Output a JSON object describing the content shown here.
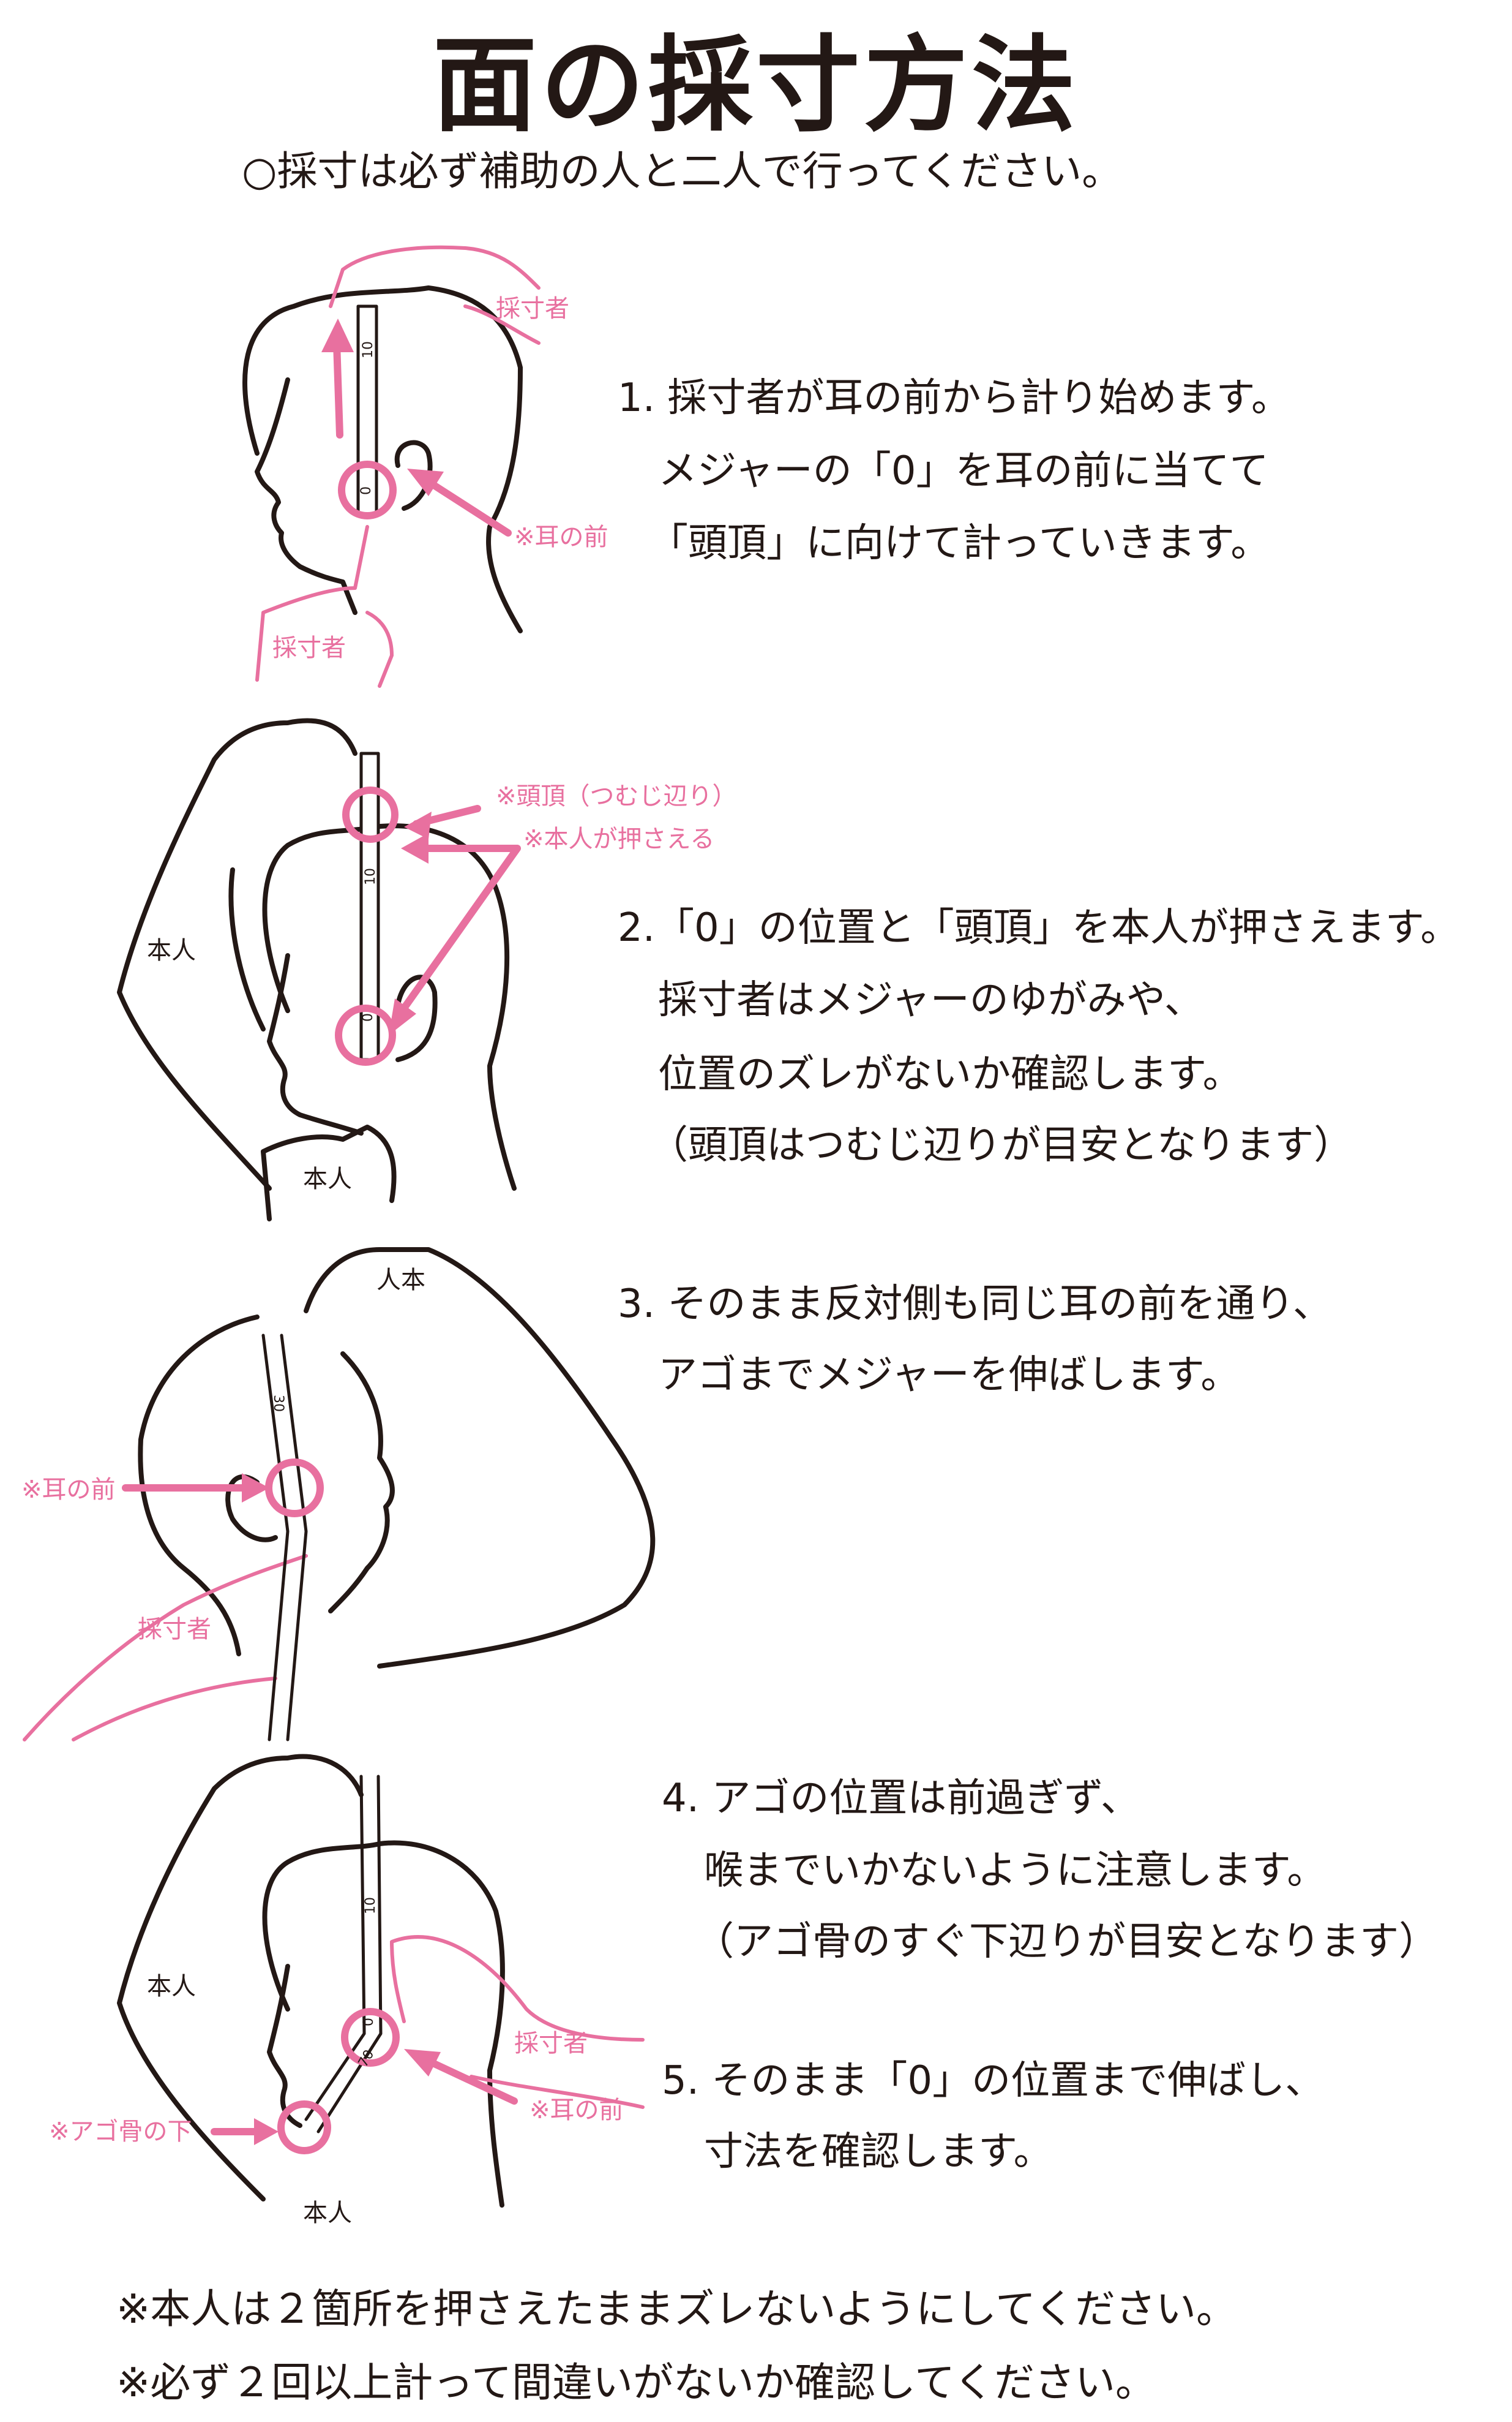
{
  "title": "面の採寸方法",
  "subtitle": "○採寸は必ず補助の人と二人で行ってください。",
  "steps": [
    {
      "lines": [
        "1. 採寸者が耳の前から計り始めます。",
        "メジャーの「0」を耳の前に当てて",
        "「頭頂」に向けて計っていきます。"
      ]
    },
    {
      "lines": [
        "2.「0」の位置と「頭頂」を本人が押さえます。",
        "採寸者はメジャーのゆがみや、",
        "位置のズレがないか確認します。",
        "（頭頂はつむじ辺りが目安となります）"
      ]
    },
    {
      "lines": [
        "3. そのまま反対側も同じ耳の前を通り、",
        "アゴまでメジャーを伸ばします。"
      ]
    },
    {
      "lines": [
        "4. アゴの位置は前過ぎず、",
        "喉までいかないように注意します。",
        "（アゴ骨のすぐ下辺りが目安となります）"
      ]
    },
    {
      "lines": [
        "5. そのまま「0」の位置まで伸ばし、",
        "寸法を確認します。"
      ]
    }
  ],
  "figures": {
    "fig1": {
      "measurer_top": "採寸者",
      "ear_front": "※耳の前",
      "measurer_bottom": "採寸者",
      "tape_marks": [
        "10",
        "0"
      ]
    },
    "fig2": {
      "crown": "※頭頂（つむじ辺り）",
      "self_hold": "※本人が押さえる",
      "self_arm": "本人",
      "self_hand": "本人",
      "tape_marks": [
        "10",
        "0"
      ]
    },
    "fig3": {
      "self_hand": "人本",
      "ear_front": "※耳の前",
      "measurer": "採寸者",
      "tape_marks": [
        "30"
      ]
    },
    "fig4": {
      "self_arm": "本人",
      "measurer": "採寸者",
      "ear_front": "※耳の前",
      "jaw": "※アゴ骨の下",
      "self_hand": "本人",
      "tape_marks": [
        "10",
        "0",
        "70"
      ]
    }
  },
  "notes": [
    "※本人は２箇所を押さえたままズレないようにしてください。",
    "※必ず２回以上計って間違いがないか確認してください。"
  ],
  "colors": {
    "accent": "#e8709f",
    "ink": "#231815"
  }
}
